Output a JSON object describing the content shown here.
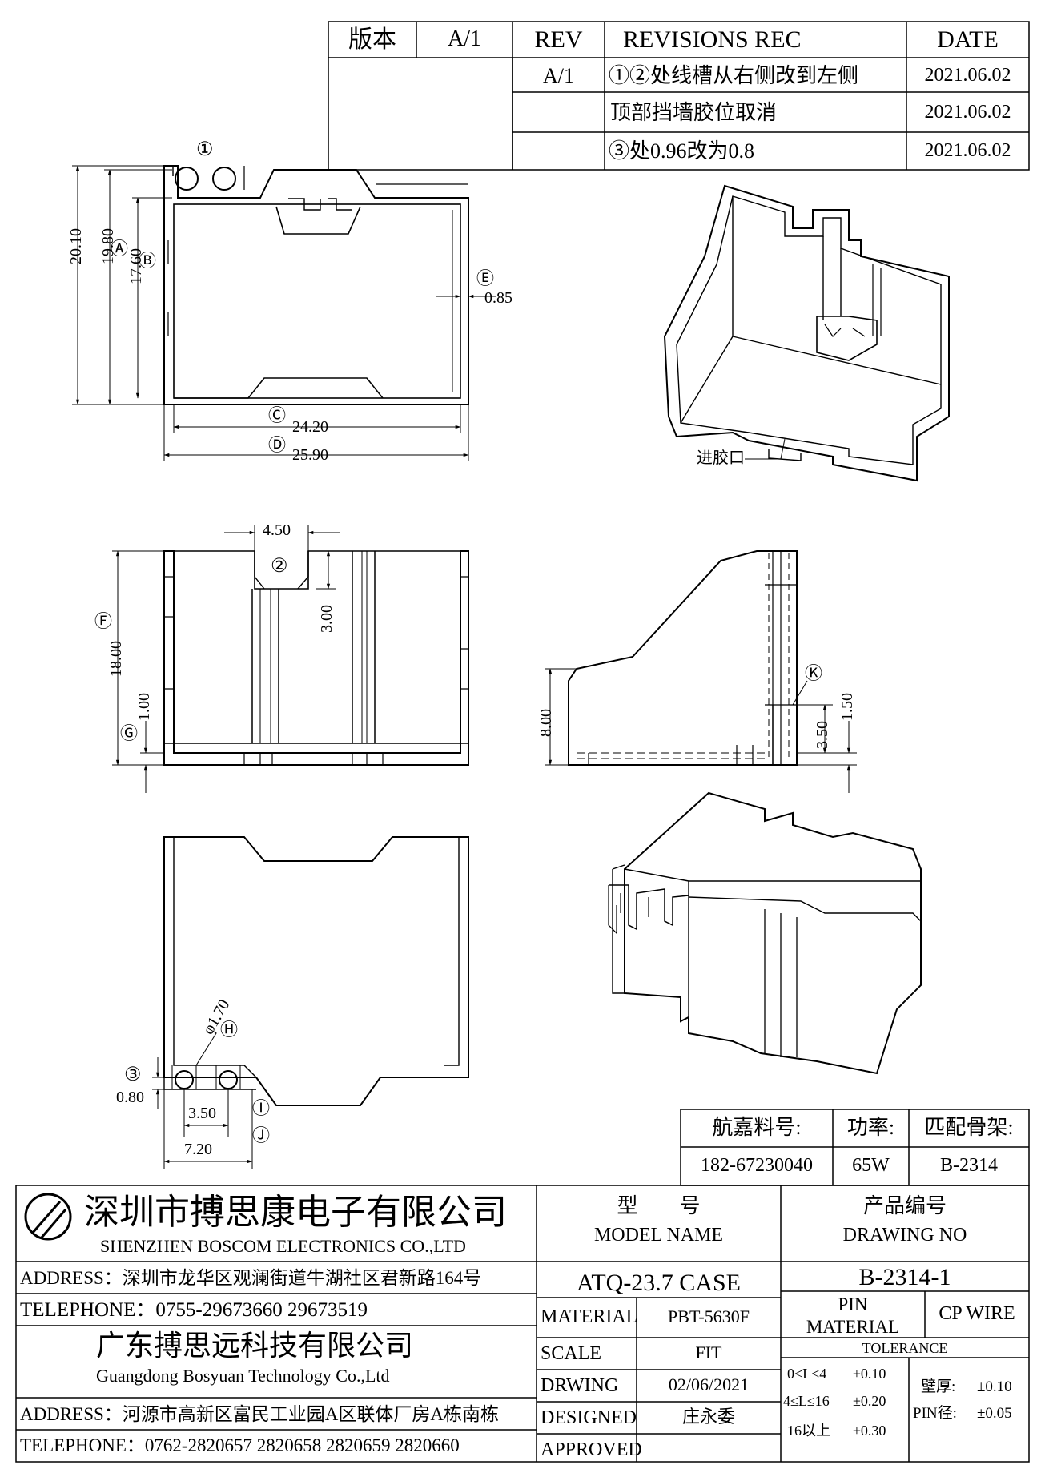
{
  "revision_table": {
    "version_label": "版本",
    "version_value": "A/1",
    "col_rev": "REV",
    "col_revisions": "REVISIONS REC",
    "col_date": "DATE",
    "rows": [
      {
        "rev": "A/1",
        "text": "①②处线槽从右侧改到左侧",
        "date": "2021.06.02"
      },
      {
        "rev": "",
        "text": "顶部挡墙胶位取消",
        "date": "2021.06.02"
      },
      {
        "rev": "",
        "text": "③处0.96改为0.8",
        "date": "2021.06.02"
      }
    ]
  },
  "top_view": {
    "dim_total_h": "20.10",
    "dim_a": "19.80",
    "dim_b": "17.60",
    "dim_e": "0.85",
    "dim_c": "24.20",
    "dim_d": "25.90",
    "label_1": "①",
    "label_a": "Ⓐ",
    "label_b": "Ⓑ",
    "label_c": "Ⓒ",
    "label_d": "Ⓓ",
    "label_e": "Ⓔ"
  },
  "iso_view": {
    "gate_label": "进胶口"
  },
  "front_view": {
    "dim_slot_w": "4.50",
    "dim_slot_d": "3.00",
    "dim_f": "18.00",
    "dim_g": "1.00",
    "label_2": "②",
    "label_f": "Ⓕ",
    "label_g": "Ⓖ"
  },
  "side_view": {
    "dim_h": "8.00",
    "dim_k1": "3.50",
    "dim_k2": "1.50",
    "label_k": "Ⓚ"
  },
  "bottom_view": {
    "dim_dia": "φ1.70",
    "dim_3": "0.80",
    "dim_i": "3.50",
    "dim_j": "7.20",
    "label_h": "Ⓗ",
    "label_3": "③",
    "label_i": "Ⓘ",
    "label_j": "Ⓙ"
  },
  "part_info": {
    "h_partno": "航嘉料号:",
    "h_power": "功率:",
    "h_bobbin": "匹配骨架:",
    "partno": "182-67230040",
    "power": "65W",
    "bobbin": "B-2314"
  },
  "title_block": {
    "company_cn": "深圳市搏思康电子有限公司",
    "company_en": "SHENZHEN BOSCOM ELECTRONICS CO.,LTD",
    "address1": "ADDRESS：深圳市龙华区观澜街道牛湖社区君新路164号",
    "telephone1": "TELEPHONE：0755-29673660 29673519",
    "company2_cn": "广东搏思远科技有限公司",
    "company2_en": "Guangdong Bosyuan Technology Co.,Ltd",
    "address2": "ADDRESS：河源市高新区富民工业园A区联体厂房A栋南栋",
    "telephone2": "TELEPHONE：0762-2820657 2820658 2820659 2820660",
    "model_cn": "型　　号",
    "model_en": "MODEL NAME",
    "drawing_cn": "产品编号",
    "drawing_en": "DRAWING NO",
    "model_value": "ATQ-23.7 CASE",
    "drawing_value": "B-2314-1",
    "material_label": "MATERIAL",
    "material_value": "PBT-5630F",
    "pin_material_l1": "PIN",
    "pin_material_l2": "MATERIAL",
    "pin_material_value": "CP WIRE",
    "scale_label": "SCALE",
    "scale_value": "FIT",
    "drawing_label": "DRWING",
    "drawing_date": "02/06/2021",
    "designed_label": "DESIGNED",
    "designed_value": "庄永委",
    "approved_label": "APPROVED",
    "approved_value": "",
    "tolerance_label": "TOLERANCE",
    "tol_rows": [
      {
        "range": "0<L<4",
        "tol": "±0.10"
      },
      {
        "range": "4≤L≤16",
        "tol": "±0.20"
      },
      {
        "range": "16以上",
        "tol": "±0.30"
      }
    ],
    "wall_label": "壁厚:",
    "wall_tol": "±0.10",
    "pin_dia_label": "PIN径:",
    "pin_dia_tol": "±0.05"
  }
}
